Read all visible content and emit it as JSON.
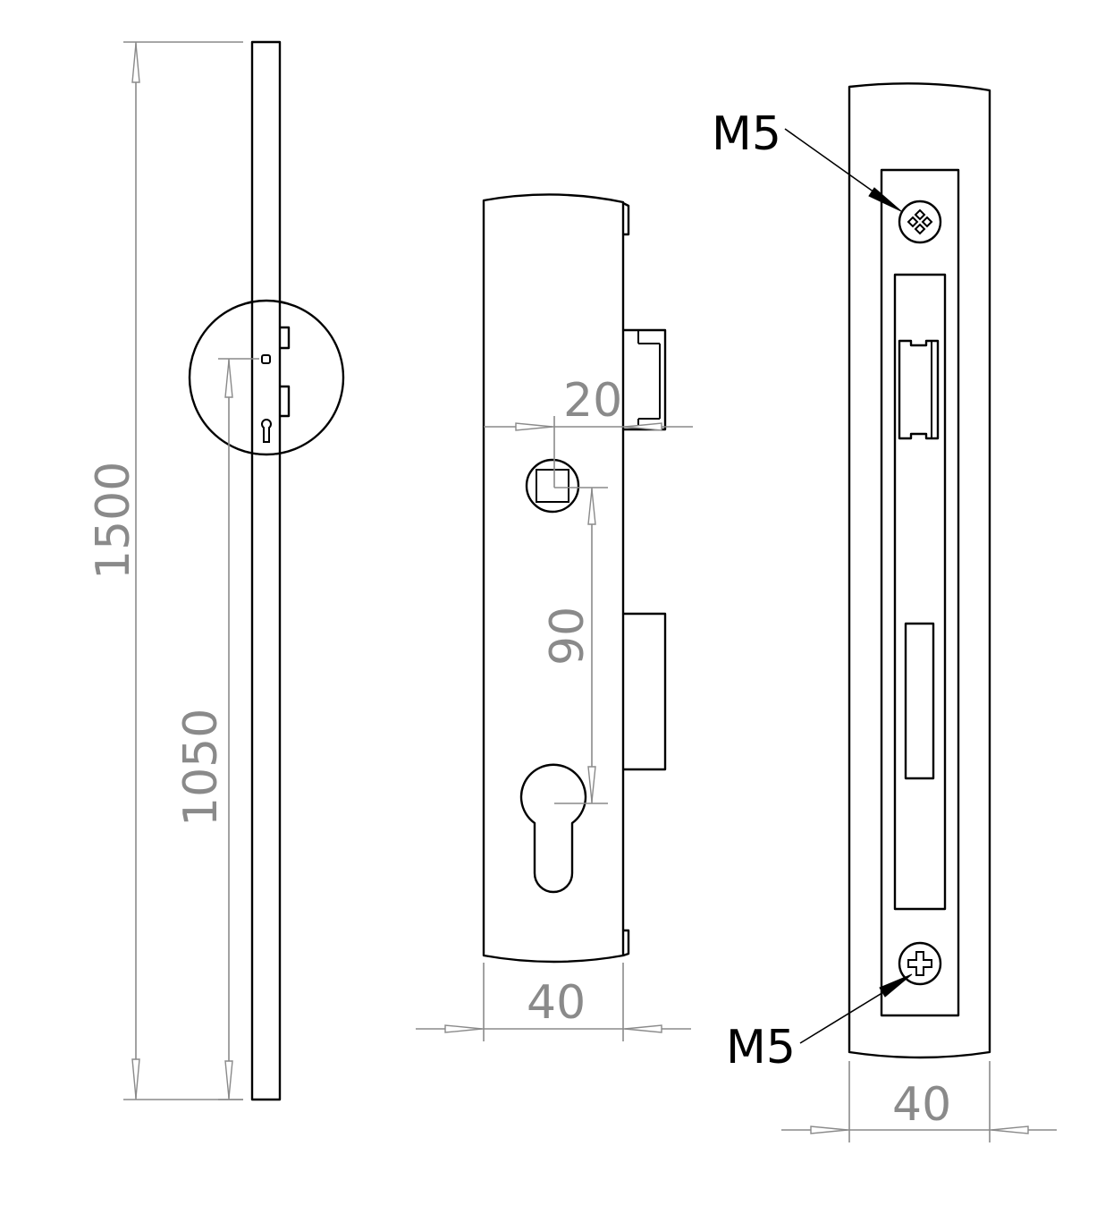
{
  "dimensions": {
    "overall_length": "1500",
    "handle_height": "1050",
    "backset": "20",
    "centre_distance": "90",
    "faceplate_width": "40",
    "strike_width": "40"
  },
  "callouts": {
    "screw_top": "M5",
    "screw_bottom": "M5"
  },
  "colors": {
    "line": "#000000",
    "dimension": "#8a8a8a",
    "background": "#ffffff"
  }
}
